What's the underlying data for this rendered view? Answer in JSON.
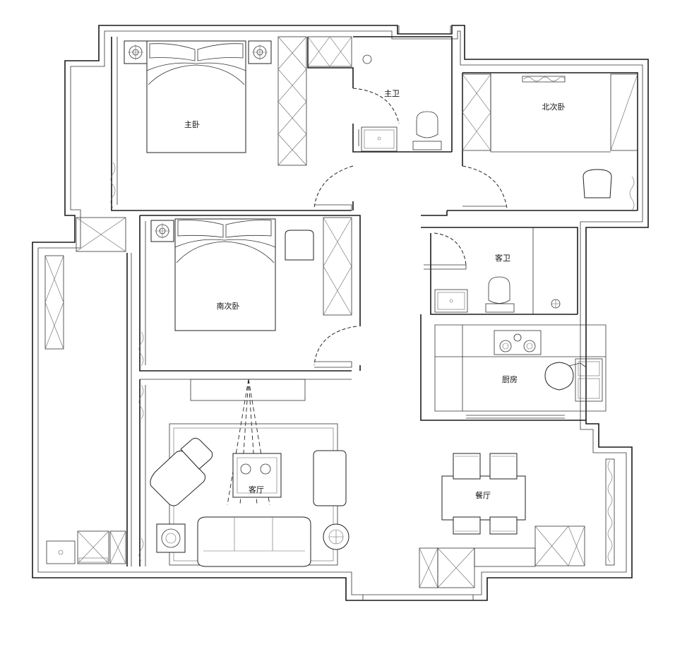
{
  "rooms": {
    "master_bedroom": "主卧",
    "master_bath": "主卫",
    "north_second_bedroom": "北次卧",
    "south_second_bedroom": "南次卧",
    "guest_bath": "客卫",
    "kitchen": "厨房",
    "living_room": "客厅",
    "dining_room": "餐厅"
  },
  "colors": {
    "line": "#1a1a1a",
    "background": "#ffffff"
  }
}
